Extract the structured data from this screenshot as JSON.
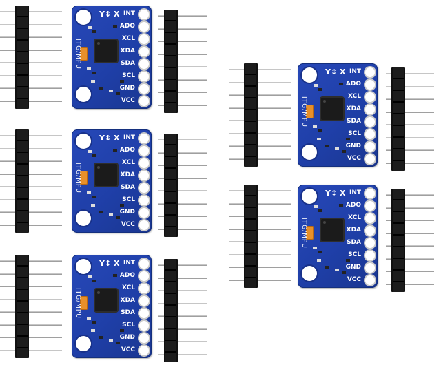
{
  "product": {
    "board_axes": "Y↕ X",
    "board_brand": "ITG/MPU",
    "pin_labels": [
      "INT",
      "ADO",
      "XCL",
      "XDA",
      "SDA",
      "SCL",
      "GND",
      "VCC"
    ],
    "pcb_color": "#2344b0",
    "capacitor_color": "#e8902a",
    "header_color": "#111111",
    "module_count": 5,
    "header_count": 10
  }
}
